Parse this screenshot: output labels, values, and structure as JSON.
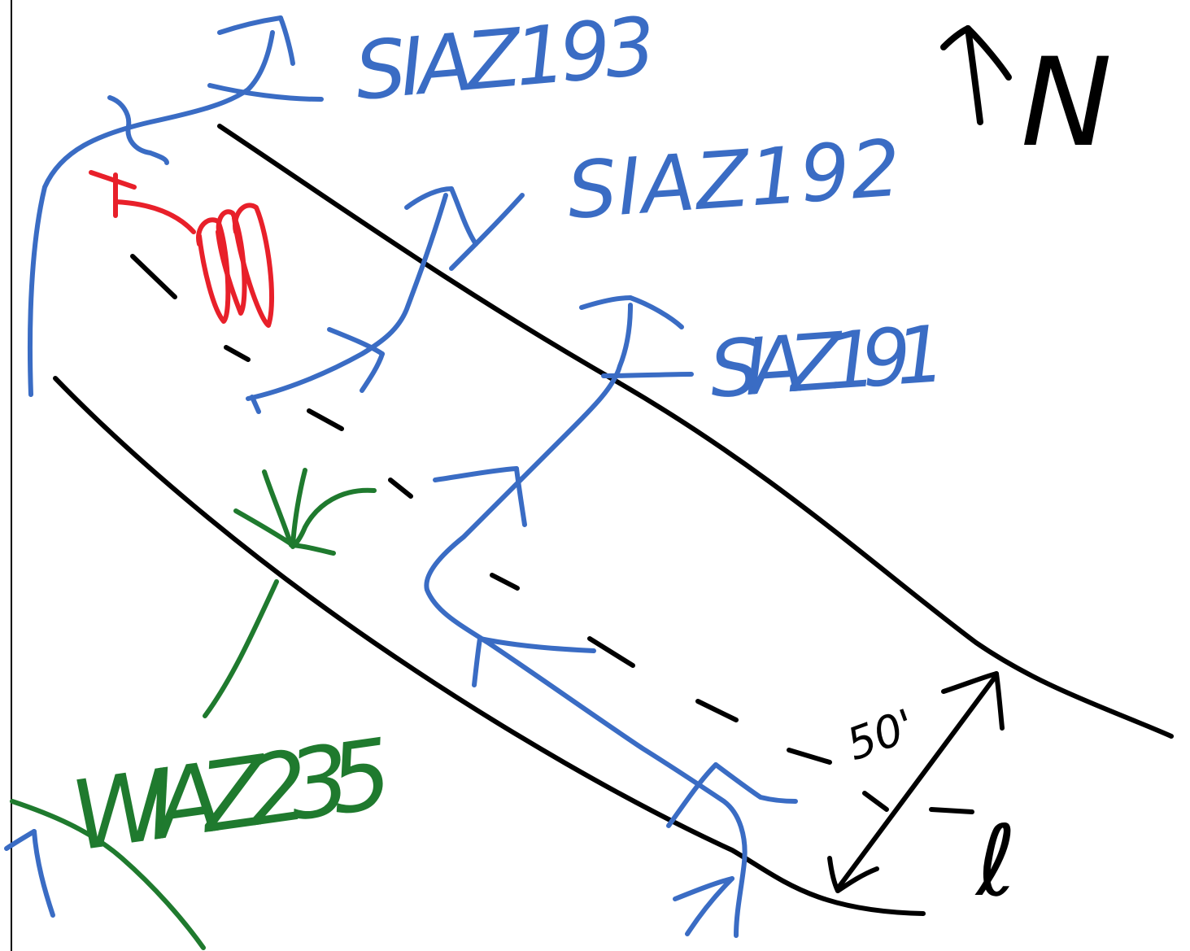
{
  "colors": {
    "road": "#000000",
    "path": "#3a6cc4",
    "alt_path": "#1f7a2e",
    "marker": "#e8202a",
    "background": "#ffffff"
  },
  "labels": {
    "sr_193": "SIAZ193",
    "sr_192": "SIAZ192",
    "sr_191": "SIAZ191",
    "wr_235": "WIAZ235",
    "north": "N",
    "width": "50'",
    "centerline": "ℓ"
  },
  "icons": {
    "north_arrow": "north-arrow-icon",
    "marker": "x-marker-icon"
  }
}
